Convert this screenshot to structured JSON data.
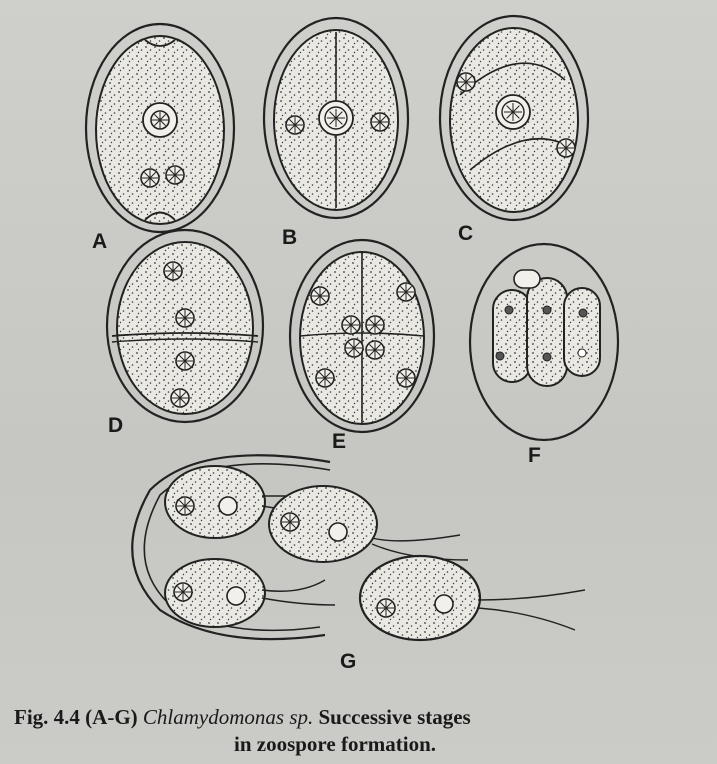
{
  "figure": {
    "panels": [
      "A",
      "B",
      "C",
      "D",
      "E",
      "F",
      "G"
    ]
  },
  "caption": {
    "prefix": "Fig. 4.4 (A-G)",
    "genus": "Chlamydomonas sp.",
    "text_line1": "Successive stages",
    "text_line2": "in zoospore formation."
  },
  "colors": {
    "ink": "#1e1e1e",
    "paper": "#c9c9c5"
  }
}
